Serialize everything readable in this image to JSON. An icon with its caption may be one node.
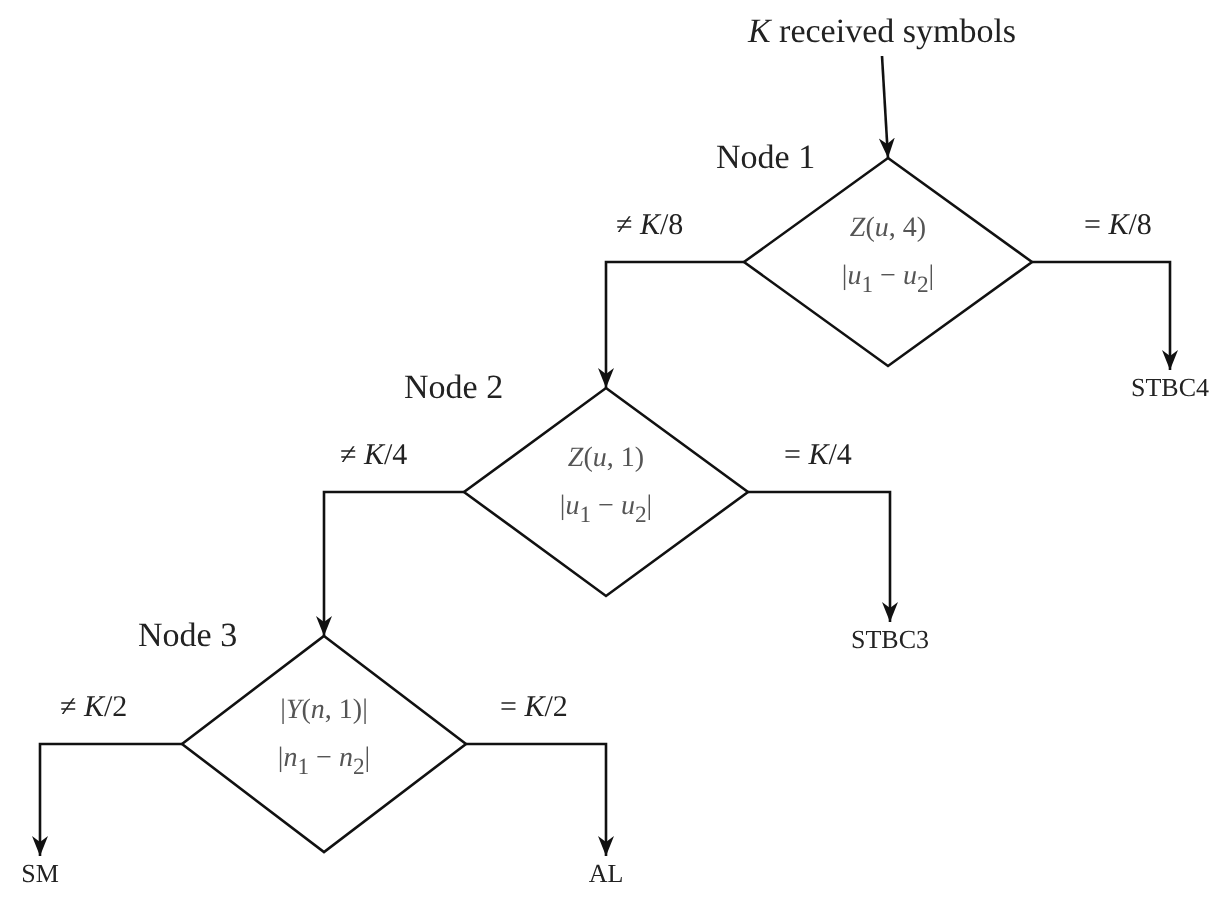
{
  "diagram": {
    "nodes": [
      {
        "text": [
          "*K* received symbols"
        ]
      },
      {
        "text": [
          "Node 1",
          "*Z*(*u*, 4)",
          "|*u*$_{1}$ − *u*$_{2}$|"
        ]
      },
      {
        "text": [
          "Node 2",
          "*Z*(*u*, 1)",
          "|*u*$_{1}$ − *u*$_{2}$|"
        ]
      },
      {
        "text": [
          "Node 3",
          "|*Y*(*n*, 1)|",
          "|*n*$_{1}$ − *n*$_{2}$|"
        ]
      },
      {
        "text": [
          "STBC4"
        ]
      },
      {
        "text": [
          "STBC3"
        ]
      },
      {
        "text": [
          "SM"
        ]
      },
      {
        "text": [
          "AL"
        ]
      }
    ],
    "edges": [
      {
        "from": 0,
        "to": 1,
        "arrow": "to"
      },
      {
        "from": 1,
        "to": 2,
        "arrow": "to",
        "label": "≠ *K*/8"
      },
      {
        "from": 1,
        "to": 4,
        "arrow": "to",
        "label": "= *K*/8"
      },
      {
        "from": 2,
        "to": 3,
        "arrow": "to",
        "label": "≠ *K*/4"
      },
      {
        "from": 2,
        "to": 5,
        "arrow": "to",
        "label": "= *K*/4"
      },
      {
        "from": 3,
        "to": 6,
        "arrow": "to",
        "label": "≠ *K*/2"
      },
      {
        "from": 3,
        "to": 7,
        "arrow": "to",
        "label": "= *K*/2"
      }
    ]
  }
}
